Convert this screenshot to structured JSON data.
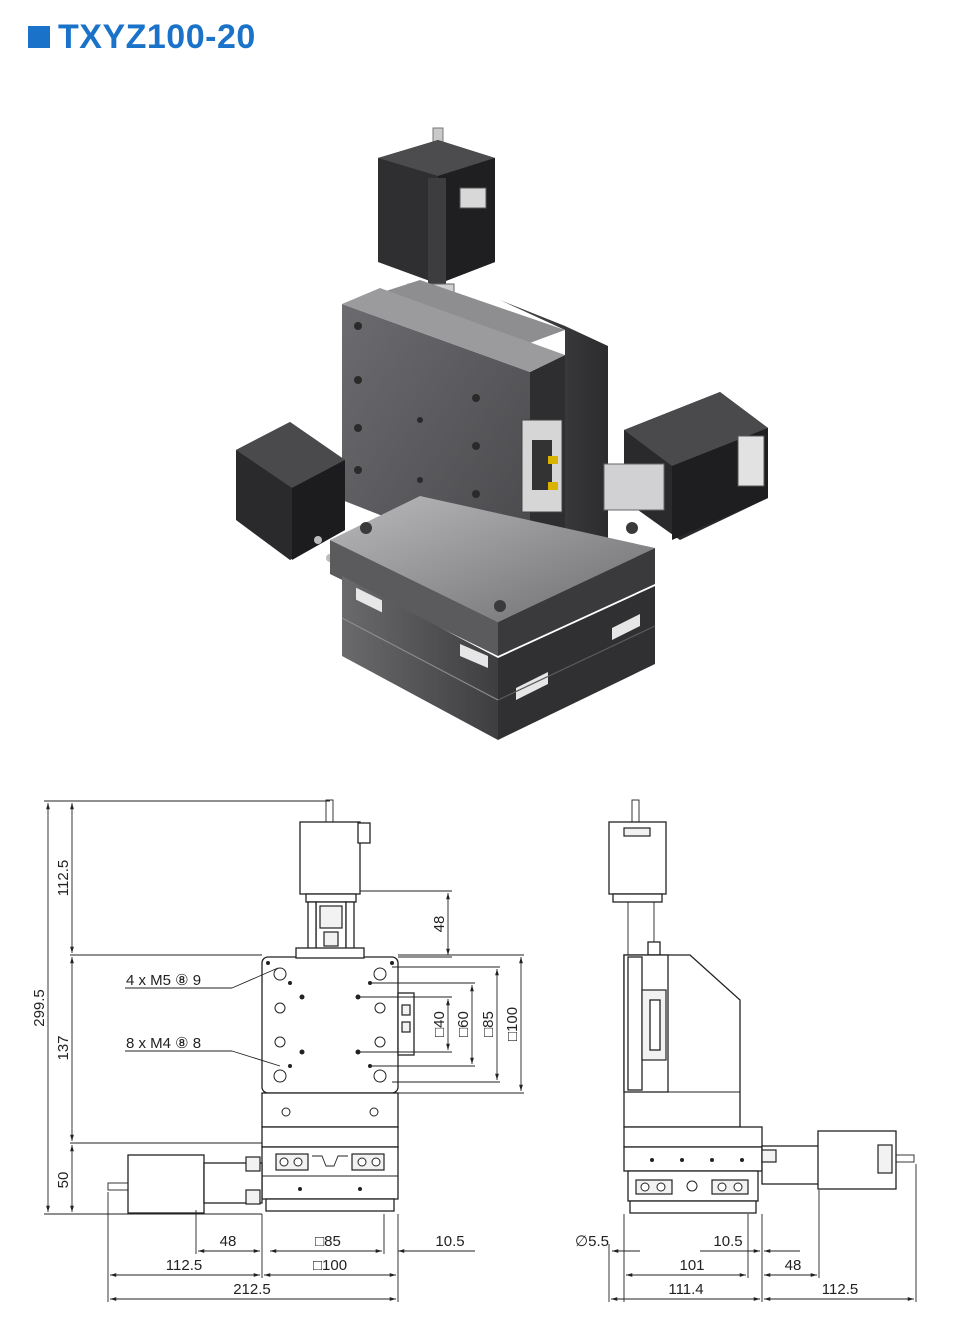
{
  "title": {
    "text": "TXYZ100-20"
  },
  "colors": {
    "accent": "#1a73c9",
    "metal_dark": "#3a3a3c",
    "metal_mid": "#5b5b5e",
    "metal_light": "#8a8a8e",
    "line": "#222222"
  },
  "front_view": {
    "dims": {
      "top_motor": "112.5",
      "overall_height": "299.5",
      "mid_height": "137",
      "base_height": "50",
      "motor_offset": "48",
      "hole_spec_1": "4 x  M5 ⑧ 9",
      "hole_spec_2": "8 x  M4 ⑧ 8",
      "sq40": "□40",
      "sq60": "□60",
      "sq85": "□85",
      "sq100": "□100",
      "bottom_48": "48",
      "bottom_sq85": "□85",
      "bottom_10_5": "10.5",
      "bottom_112_5": "112.5",
      "bottom_sq100": "□100",
      "bottom_212_5": "212.5"
    }
  },
  "side_view": {
    "dims": {
      "dia": "∅5.5",
      "d10_5": "10.5",
      "d101": "101",
      "d48": "48",
      "d111_4": "111.4",
      "d112_5": "112.5"
    }
  }
}
